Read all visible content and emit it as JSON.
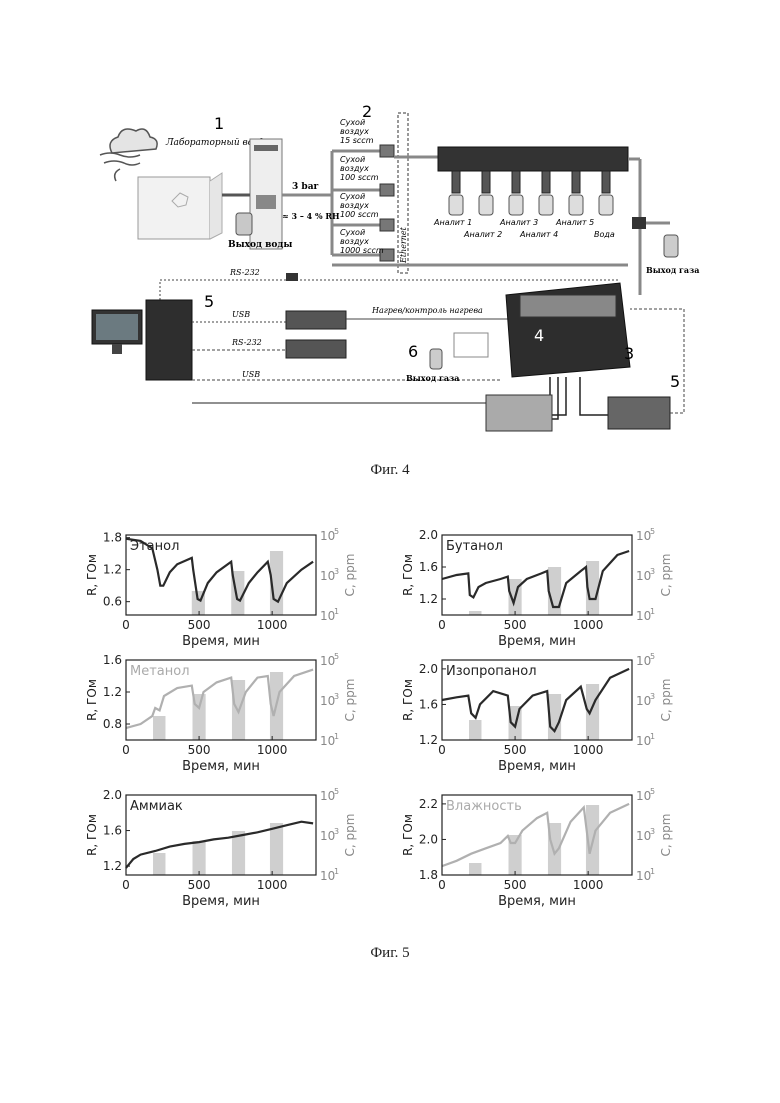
{
  "fig4": {
    "caption": "Фиг. 4",
    "labels": {
      "n1": "1",
      "n2": "2",
      "n3": "3",
      "n4": "4",
      "n5a": "5",
      "n5b": "5",
      "n6": "6",
      "lab_air": "Лабораторный воздух",
      "water_out": "Выход воды",
      "bar": "3 bar",
      "rh": "≈ 3 – 4 % RH",
      "dry1_a": "Сухой",
      "dry1_b": "воздух",
      "dry1_c": "15 sccm",
      "dry2_a": "Сухой",
      "dry2_b": "воздух",
      "dry2_c": "100 sccm",
      "dry3_a": "Сухой",
      "dry3_b": "воздух",
      "dry3_c": "100 sccm",
      "dry4_a": "Сухой",
      "dry4_b": "воздух",
      "dry4_c": "1000 sccm",
      "ethernet": "Ethernet",
      "an1": "Аналит 1",
      "an2": "Аналит 2",
      "an3": "Аналит 3",
      "an4": "Аналит 4",
      "an5": "Аналит 5",
      "water": "Вода",
      "gas_out1": "Выход газа",
      "gas_out2": "Выход газа",
      "rs232_top": "RS-232",
      "usb1": "USB",
      "rs232_mid": "RS-232",
      "usb2": "USB",
      "heat": "Нагрев/контроль нагрева"
    }
  },
  "fig5": {
    "caption": "Фиг. 5",
    "chart_data": [
      {
        "type": "line",
        "title": "Этанол",
        "title_color": "#222222",
        "xlabel": "Время, мин",
        "ylabel": "R, ГОм",
        "y2label": "C, ppm",
        "xlim": [
          0,
          1300
        ],
        "ylim": [
          0.35,
          1.85
        ],
        "yticks": [
          "0.6",
          "1.2",
          "1.8"
        ],
        "ytick_values": [
          0.6,
          1.2,
          1.8
        ],
        "xticks": [
          "0",
          "500",
          "1000"
        ],
        "xtick_values": [
          0,
          500,
          1000
        ],
        "y2ticks_base": [
          "10",
          "10",
          "10"
        ],
        "y2ticks_exp": [
          "1",
          "3",
          "5"
        ],
        "line_color": "#2a2a2a",
        "series": [
          {
            "x": [
              0,
              100,
              180,
              215,
              235,
              255,
              300,
              350,
              450,
              460,
              490,
              510,
              560,
              620,
              720,
              730,
              760,
              780,
              840,
              900,
              970,
              990,
              1010,
              1040,
              1100,
              1200,
              1280
            ],
            "y": [
              1.78,
              1.74,
              1.6,
              1.2,
              0.9,
              0.9,
              1.15,
              1.3,
              1.42,
              1.2,
              0.65,
              0.62,
              0.95,
              1.15,
              1.35,
              1.1,
              0.65,
              0.62,
              0.95,
              1.15,
              1.35,
              1.1,
              0.65,
              0.6,
              0.95,
              1.2,
              1.35
            ]
          }
        ],
        "bars": [
          {
            "x0": 185,
            "x1": 270,
            "c": 0.8
          },
          {
            "x0": 450,
            "x1": 540,
            "c": 2.2
          },
          {
            "x0": 720,
            "x1": 810,
            "c": 3.2
          },
          {
            "x0": 985,
            "x1": 1075,
            "c": 4.2
          }
        ]
      },
      {
        "type": "line",
        "title": "Бутанол",
        "title_color": "#222222",
        "xlabel": "Время, мин",
        "ylabel": "R, ГОм",
        "y2label": "C, ppm",
        "xlim": [
          0,
          1300
        ],
        "ylim": [
          1.0,
          2.0
        ],
        "yticks": [
          "1.2",
          "1.6",
          "2.0"
        ],
        "ytick_values": [
          1.2,
          1.6,
          2.0
        ],
        "xticks": [
          "0",
          "500",
          "1000"
        ],
        "xtick_values": [
          0,
          500,
          1000
        ],
        "y2ticks_base": [
          "10",
          "10",
          "10"
        ],
        "y2ticks_exp": [
          "1",
          "3",
          "5"
        ],
        "line_color": "#2a2a2a",
        "series": [
          {
            "x": [
              0,
              100,
              180,
              190,
              215,
              250,
              300,
              400,
              450,
              460,
              490,
              520,
              580,
              680,
              720,
              730,
              760,
              800,
              850,
              950,
              985,
              995,
              1010,
              1050,
              1100,
              1200,
              1280
            ],
            "y": [
              1.45,
              1.5,
              1.52,
              1.25,
              1.22,
              1.35,
              1.4,
              1.45,
              1.48,
              1.3,
              1.15,
              1.35,
              1.45,
              1.52,
              1.55,
              1.3,
              1.1,
              1.1,
              1.4,
              1.55,
              1.6,
              1.35,
              1.2,
              1.2,
              1.55,
              1.75,
              1.8
            ]
          }
        ],
        "bars": [
          {
            "x0": 185,
            "x1": 270,
            "c": 1.2
          },
          {
            "x0": 455,
            "x1": 545,
            "c": 2.8
          },
          {
            "x0": 725,
            "x1": 815,
            "c": 3.4
          },
          {
            "x0": 985,
            "x1": 1075,
            "c": 3.7
          }
        ]
      },
      {
        "type": "line",
        "title": "Метанол",
        "title_color": "#aaaaaa",
        "xlabel": "Время, мин",
        "ylabel": "R, ГОм",
        "y2label": "C, ppm",
        "xlim": [
          0,
          1300
        ],
        "ylim": [
          0.6,
          1.6
        ],
        "yticks": [
          "0.8",
          "1.2",
          "1.6"
        ],
        "ytick_values": [
          0.8,
          1.2,
          1.6
        ],
        "xticks": [
          "0",
          "500",
          "1000"
        ],
        "xtick_values": [
          0,
          500,
          1000
        ],
        "y2ticks_base": [
          "10",
          "10",
          "10"
        ],
        "y2ticks_exp": [
          "1",
          "3",
          "5"
        ],
        "line_color": "#b0b0b0",
        "series": [
          {
            "x": [
              0,
              100,
              180,
              200,
              230,
              260,
              350,
              450,
              470,
              500,
              530,
              620,
              720,
              740,
              770,
              820,
              900,
              970,
              990,
              1010,
              1050,
              1150,
              1280
            ],
            "y": [
              0.75,
              0.8,
              0.9,
              1.0,
              0.97,
              1.15,
              1.25,
              1.28,
              1.05,
              1.0,
              1.2,
              1.32,
              1.38,
              1.05,
              0.95,
              1.2,
              1.38,
              1.4,
              1.05,
              0.9,
              1.2,
              1.4,
              1.48
            ]
          }
        ],
        "bars": [
          {
            "x0": 185,
            "x1": 270,
            "c": 2.2
          },
          {
            "x0": 455,
            "x1": 545,
            "c": 3.3
          },
          {
            "x0": 725,
            "x1": 815,
            "c": 4.0
          },
          {
            "x0": 985,
            "x1": 1075,
            "c": 4.4
          }
        ]
      },
      {
        "type": "line",
        "title": "Изопропанол",
        "title_color": "#222222",
        "xlabel": "Время, мин",
        "ylabel": "R, ГОм",
        "y2label": "C, ppm",
        "xlim": [
          0,
          1300
        ],
        "ylim": [
          1.2,
          2.1
        ],
        "yticks": [
          "1.2",
          "1.6",
          "2.0"
        ],
        "ytick_values": [
          1.2,
          1.6,
          2.0
        ],
        "xticks": [
          "0",
          "500",
          "1000"
        ],
        "xtick_values": [
          0,
          500,
          1000
        ],
        "y2ticks_base": [
          "10",
          "10",
          "10"
        ],
        "y2ticks_exp": [
          "1",
          "3",
          "5"
        ],
        "line_color": "#2a2a2a",
        "series": [
          {
            "x": [
              0,
              100,
              180,
              200,
              230,
              260,
              350,
              450,
              470,
              500,
              530,
              620,
              720,
              740,
              770,
              800,
              850,
              950,
              990,
              1010,
              1050,
              1150,
              1280
            ],
            "y": [
              1.65,
              1.68,
              1.7,
              1.5,
              1.45,
              1.6,
              1.75,
              1.7,
              1.4,
              1.35,
              1.55,
              1.7,
              1.75,
              1.35,
              1.3,
              1.4,
              1.65,
              1.8,
              1.55,
              1.5,
              1.65,
              1.9,
              2.0
            ]
          }
        ],
        "bars": [
          {
            "x0": 185,
            "x1": 270,
            "c": 2.0
          },
          {
            "x0": 455,
            "x1": 545,
            "c": 2.7
          },
          {
            "x0": 725,
            "x1": 815,
            "c": 3.3
          },
          {
            "x0": 985,
            "x1": 1075,
            "c": 3.8
          }
        ]
      },
      {
        "type": "line",
        "title": "Аммиак",
        "title_color": "#222222",
        "xlabel": "Время, мин",
        "ylabel": "R, ГОм",
        "y2label": "C, ppm",
        "xlim": [
          0,
          1300
        ],
        "ylim": [
          1.1,
          2.0
        ],
        "yticks": [
          "1.2",
          "1.6",
          "2.0"
        ],
        "ytick_values": [
          1.2,
          1.6,
          2.0
        ],
        "xticks": [
          "0",
          "500",
          "1000"
        ],
        "xtick_values": [
          0,
          500,
          1000
        ],
        "y2ticks_base": [
          "10",
          "10",
          "10"
        ],
        "y2ticks_exp": [
          "1",
          "3",
          "5"
        ],
        "line_color": "#2a2a2a",
        "series": [
          {
            "x": [
              0,
              50,
              100,
              200,
              300,
              400,
              500,
              600,
              700,
              800,
              900,
              1000,
              1100,
              1200,
              1280
            ],
            "y": [
              1.18,
              1.28,
              1.33,
              1.37,
              1.42,
              1.45,
              1.47,
              1.5,
              1.52,
              1.55,
              1.58,
              1.62,
              1.66,
              1.7,
              1.68
            ]
          }
        ],
        "bars": [
          {
            "x0": 185,
            "x1": 270,
            "c": 2.1
          },
          {
            "x0": 455,
            "x1": 545,
            "c": 2.7
          },
          {
            "x0": 725,
            "x1": 815,
            "c": 3.2
          },
          {
            "x0": 985,
            "x1": 1075,
            "c": 3.6
          }
        ]
      },
      {
        "type": "line",
        "title": "Влажность",
        "title_color": "#aaaaaa",
        "xlabel": "Время, мин",
        "ylabel": "R, ГОм",
        "y2label": "C, ppm",
        "xlim": [
          0,
          1300
        ],
        "ylim": [
          1.8,
          2.25
        ],
        "yticks": [
          "1.8",
          "2.0",
          "2.2"
        ],
        "ytick_values": [
          1.8,
          2.0,
          2.2
        ],
        "xticks": [
          "0",
          "500",
          "1000"
        ],
        "xtick_values": [
          0,
          500,
          1000
        ],
        "y2ticks_base": [
          "10",
          "10",
          "10"
        ],
        "y2ticks_exp": [
          "1",
          "3",
          "5"
        ],
        "line_color": "#b0b0b0",
        "series": [
          {
            "x": [
              0,
              100,
              200,
              300,
              400,
              450,
              470,
              500,
              550,
              650,
              720,
              740,
              770,
              800,
              880,
              970,
              990,
              1010,
              1050,
              1150,
              1280
            ],
            "y": [
              1.85,
              1.88,
              1.92,
              1.95,
              1.98,
              2.02,
              1.98,
              1.98,
              2.05,
              2.12,
              2.15,
              2.0,
              1.92,
              1.95,
              2.1,
              2.18,
              2.05,
              1.92,
              2.05,
              2.15,
              2.2
            ]
          }
        ],
        "bars": [
          {
            "x0": 185,
            "x1": 270,
            "c": 1.6
          },
          {
            "x0": 455,
            "x1": 545,
            "c": 3.0
          },
          {
            "x0": 725,
            "x1": 815,
            "c": 3.6
          },
          {
            "x0": 985,
            "x1": 1075,
            "c": 4.5
          }
        ]
      }
    ]
  }
}
